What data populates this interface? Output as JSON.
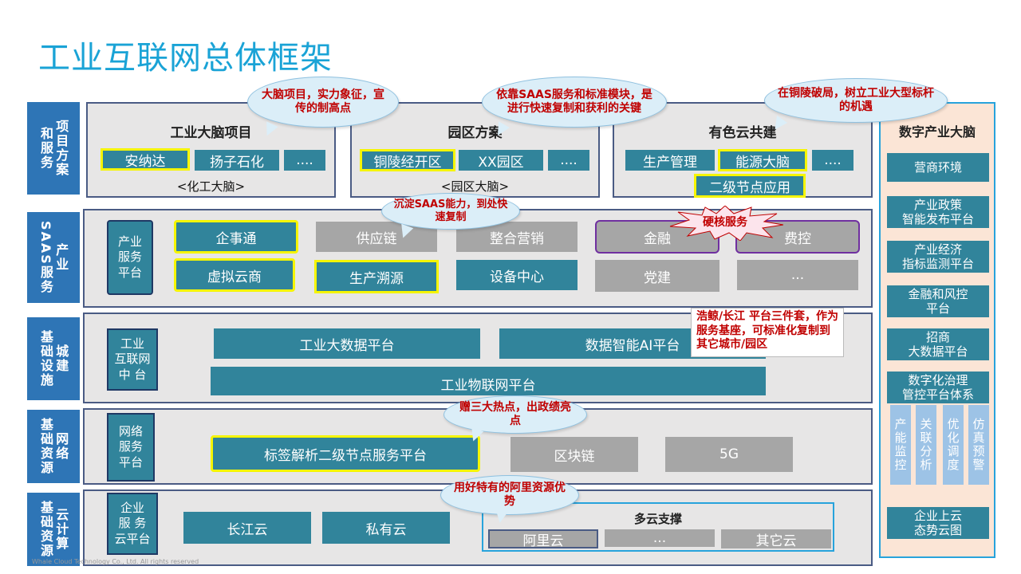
{
  "title": "工业互联网总体框架",
  "rows": {
    "r1": [
      "项目方案",
      "和服务"
    ],
    "r2": [
      "产业",
      "SAAS服务"
    ],
    "r3": [
      "城建",
      "基础设施"
    ],
    "r4": [
      "网络",
      "基础资源"
    ],
    "r5": [
      "云计算",
      "基础资源"
    ]
  },
  "projects": {
    "p1": {
      "heading": "工业大脑项目",
      "items": [
        "安纳达",
        "扬子石化",
        "...."
      ],
      "footer": "<化工大脑>"
    },
    "p2": {
      "heading": "园区方案",
      "items": [
        "铜陵经开区",
        "XX园区",
        "...."
      ],
      "footer": "<园区大脑>"
    },
    "p3": {
      "heading": "有色云共建",
      "items": [
        "生产管理",
        "能源大脑",
        "....",
        "二级节点应用"
      ]
    }
  },
  "saas": {
    "platform": "产业\n服务\n平台",
    "items": [
      "企事通",
      "供应链",
      "整合营销",
      "金融",
      "费控",
      "虚拟云商",
      "生产溯源",
      "设备中心",
      "党建",
      "..."
    ]
  },
  "infra": {
    "platform": "工业\n互联网\n中 台",
    "items": [
      "工业大数据平台",
      "数据智能AI平台",
      "工业物联网平台"
    ]
  },
  "network": {
    "platform": "网络\n服务\n平台",
    "items": [
      "标签解析二级节点服务平台",
      "区块链",
      "5G"
    ]
  },
  "cloud": {
    "platform": "企业\n服 务\n云平台",
    "items": [
      "长江云",
      "私有云"
    ],
    "multi_title": "多云支撑",
    "multi_items": [
      "阿里云",
      "...",
      "其它云"
    ]
  },
  "right": {
    "heading": "数字产业大脑",
    "items": [
      "营商环境",
      "产业政策\n智能发布平台",
      "产业经济\n指标监测平台",
      "金融和风控\n平台",
      "招商\n大数据平台",
      "数字化治理\n管控平台体系"
    ],
    "vertical": [
      "产能监控",
      "关联分析",
      "优化调度",
      "仿真预警"
    ],
    "bottom": "企业上云\n态势云图"
  },
  "callouts": {
    "c1": "大脑项目，实力象征，宣传的制高点",
    "c2": "依靠SAAS服务和标准模块，是进行快速复制和获利的关键",
    "c3": "在铜陵破局，树立工业大型标杆的机遇",
    "c4": "沉淀SAAS能力，到处快速复制",
    "c5": "硬核服务",
    "c6": "浩鲸/长江 平台三件套，作为服务基座，可标准化复制到其它城市/园区",
    "c7": "赠三大热点，出政绩亮点",
    "c8": "用好特有的阿里资源优势"
  },
  "footer": "Whale Cloud Technology Co., Ltd. All rights reserved"
}
